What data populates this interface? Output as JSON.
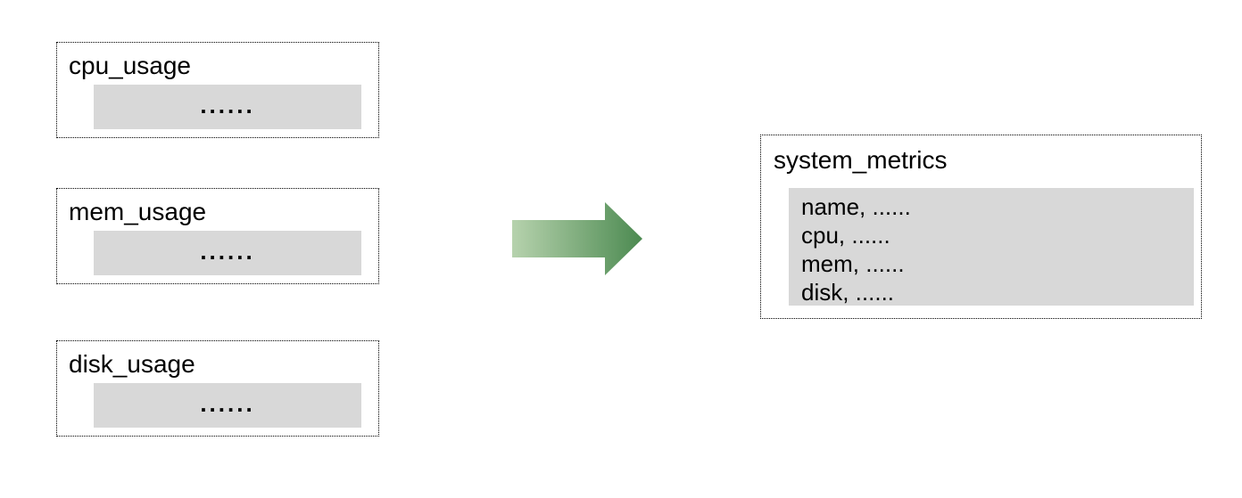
{
  "colors": {
    "background": "#ffffff",
    "panel_fill": "#d8d8d8",
    "border": "#000000",
    "text": "#000000",
    "arrow_gradient_start": "#b6d2ad",
    "arrow_gradient_end": "#4c8a51"
  },
  "sources": [
    {
      "title": "cpu_usage",
      "rows_placeholder": "......"
    },
    {
      "title": "mem_usage",
      "rows_placeholder": "......"
    },
    {
      "title": "disk_usage",
      "rows_placeholder": "......"
    }
  ],
  "arrow": {
    "icon": "right-arrow"
  },
  "target": {
    "title": "system_metrics",
    "fields": [
      "name, ......",
      "cpu, ......",
      "mem, ......",
      "disk, ......"
    ]
  }
}
